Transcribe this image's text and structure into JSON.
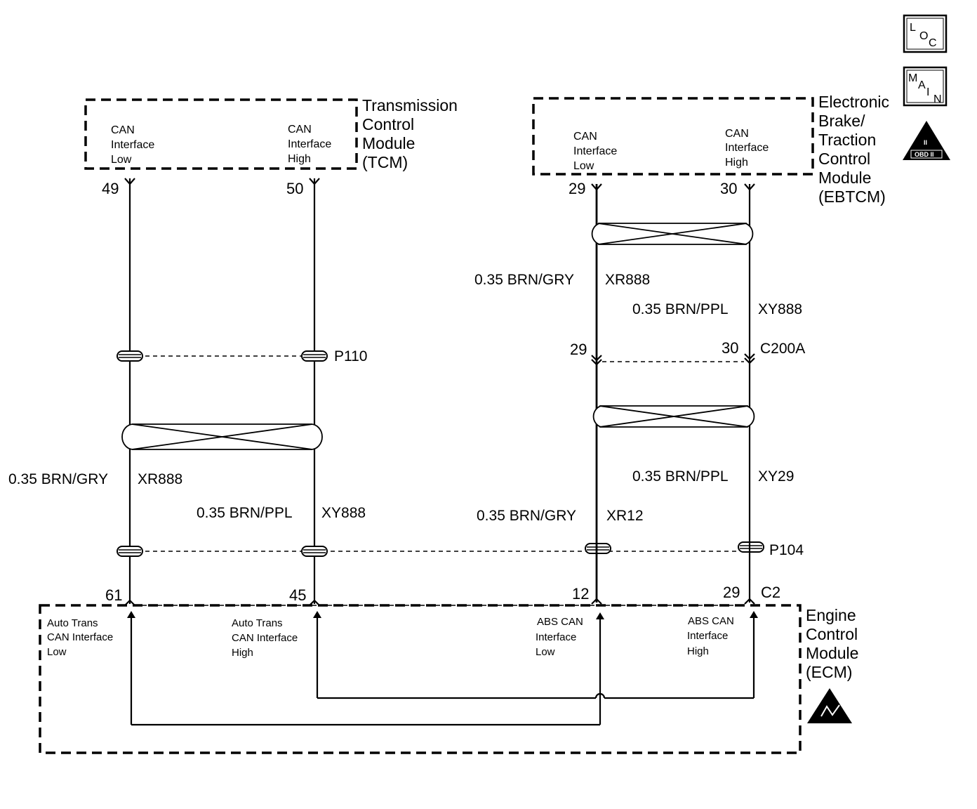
{
  "icons": {
    "loc": [
      "L",
      "O",
      "C"
    ],
    "main": [
      "M",
      "A",
      "I",
      "N"
    ],
    "obd": [
      "II",
      "OBD II"
    ],
    "esd": "esd-warning-icon"
  },
  "modules": {
    "tcm": {
      "title": [
        "Transmission",
        "Control",
        "Module",
        "(TCM)"
      ],
      "low_label": [
        "CAN",
        "Interface",
        "Low"
      ],
      "high_label": [
        "CAN",
        "Interface",
        "High"
      ],
      "pin_low": "49",
      "pin_high": "50"
    },
    "ebtcm": {
      "title": [
        "Electronic",
        "Brake/",
        "Traction",
        "Control",
        "Module",
        "(EBTCM)"
      ],
      "low_label": [
        "CAN",
        "Interface",
        "Low"
      ],
      "high_label": [
        "CAN",
        "Interface",
        "High"
      ],
      "pin_low": "29",
      "pin_high": "30"
    },
    "ecm": {
      "title": [
        "Engine",
        "Control",
        "Module",
        "(ECM)"
      ],
      "labels": {
        "at_low": [
          "Auto Trans",
          "CAN Interface",
          "Low"
        ],
        "at_high": [
          "Auto Trans",
          "CAN Interface",
          "High"
        ],
        "abs_low": [
          "ABS CAN",
          "Interface",
          "Low"
        ],
        "abs_high": [
          "ABS CAN",
          "Interface",
          "High"
        ]
      },
      "pins": {
        "p61": "61",
        "p45": "45",
        "p12": "12",
        "p29": "29"
      },
      "connector": "C2"
    }
  },
  "wires": {
    "tcm_low": {
      "size_color": "0.35 BRN/GRY",
      "circuit": "XR888"
    },
    "tcm_high": {
      "size_color": "0.35 BRN/PPL",
      "circuit": "XY888"
    },
    "eb_low_top": {
      "size_color": "0.35 BRN/GRY",
      "circuit": "XR888"
    },
    "eb_high_top": {
      "size_color": "0.35 BRN/PPL",
      "circuit": "XY888"
    },
    "eb_low_bottom": {
      "size_color": "0.35 BRN/GRY",
      "circuit": "XR12"
    },
    "eb_high_bottom": {
      "size_color": "0.35 BRN/PPL",
      "circuit": "XY29"
    }
  },
  "splices": {
    "p110": "P110",
    "p104": "P104"
  },
  "connectors": {
    "c200a": {
      "name": "C200A",
      "pin_low": "29",
      "pin_high": "30"
    }
  }
}
